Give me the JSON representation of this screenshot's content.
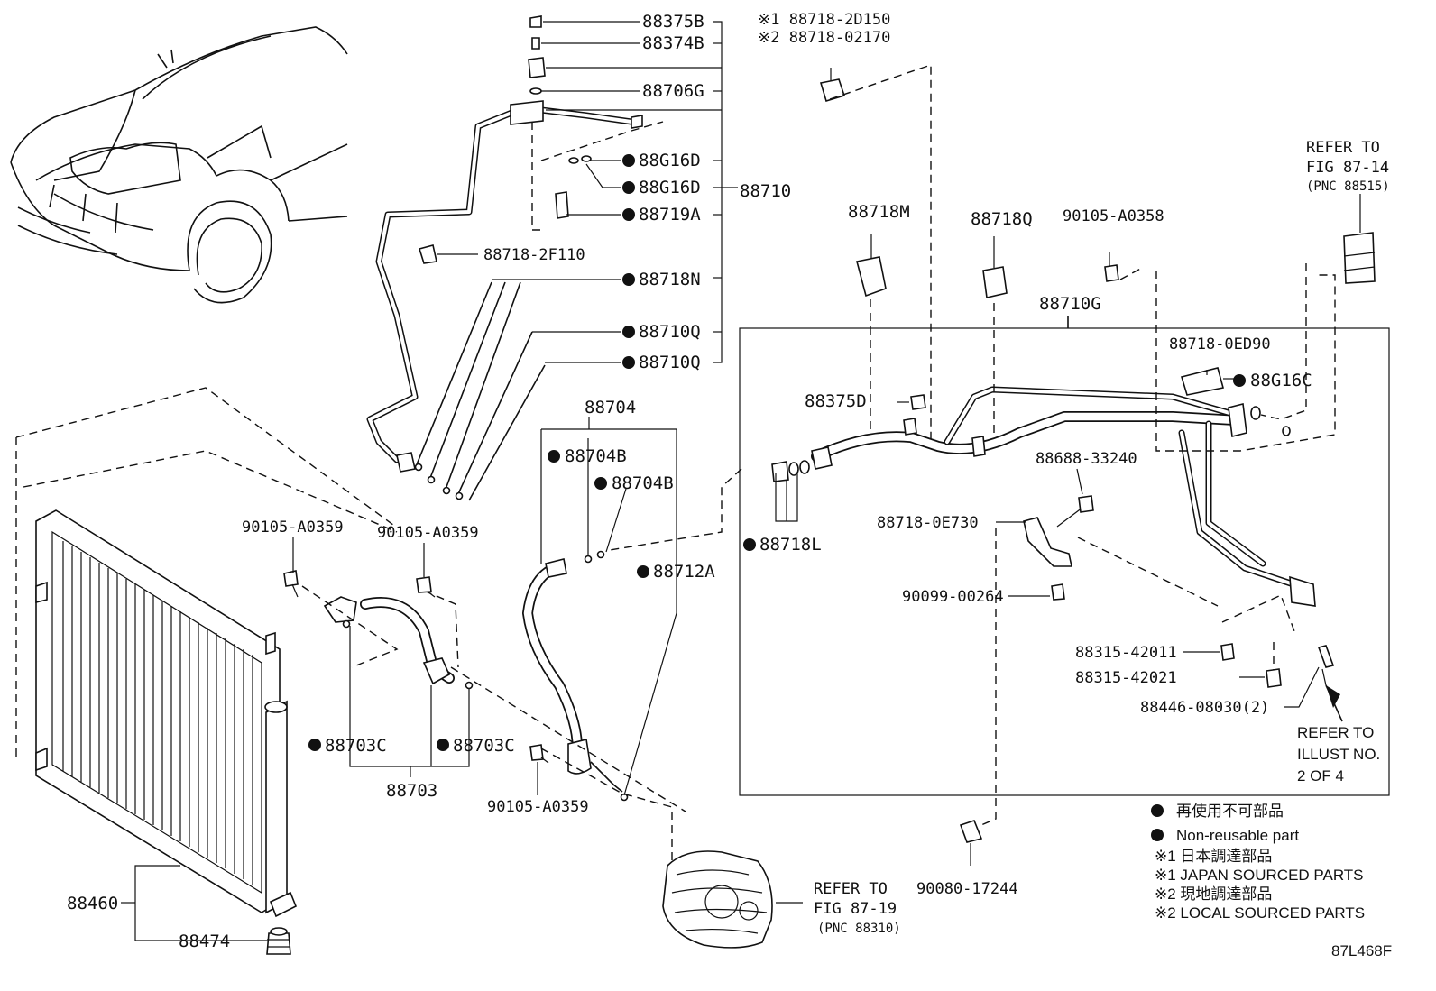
{
  "labels": {
    "l88375B": "88375B",
    "l88374B": "88374B",
    "l88706G": "88706G",
    "l88G16D_1": "88G16D",
    "l88G16D_2": "88G16D",
    "l88710": "88710",
    "l88719A": "88719A",
    "l88718_2F110": "88718-2F110",
    "l88718N": "88718N",
    "l88710Q_1": "88710Q",
    "l88710Q_2": "88710Q",
    "lNote1": "※1 88718-2D150",
    "lNote2": "※2 88718-02170",
    "l88718M": "88718M",
    "l88718Q": "88718Q",
    "l90105_A0358": "90105-A0358",
    "l88710G": "88710G",
    "lRefer1_a": "REFER TO",
    "lRefer1_b": "FIG 87-14",
    "lRefer1_c": "(PNC 88515)",
    "l88718_0ED90": "88718-0ED90",
    "l88G16C": "88G16C",
    "l88375D": "88375D",
    "l88704": "88704",
    "l88704B_1": "88704B",
    "l88704B_2": "88704B",
    "l88712A": "88712A",
    "l88718L": "88718L",
    "l88688_33240": "88688-33240",
    "l88718_0E730": "88718-0E730",
    "l90099_00264": "90099-00264",
    "l88315_42011": "88315-42011",
    "l88315_42021": "88315-42021",
    "l88446_08030": "88446-08030(2)",
    "lRefer3_a": "REFER TO",
    "lRefer3_b": "ILLUST NO.",
    "lRefer3_c": "2 OF 4",
    "l90105_A0359_1": "90105-A0359",
    "l90105_A0359_2": "90105-A0359",
    "l90105_A0359_3": "90105-A0359",
    "l88703C_1": "88703C",
    "l88703C_2": "88703C",
    "l88703": "88703",
    "l88460": "88460",
    "l88474": "88474",
    "lRefer2_a": "REFER TO",
    "lRefer2_b": "FIG 87-19",
    "lRefer2_c": "(PNC 88310)",
    "l90080_17244": "90080-17244",
    "figcode": "87L468F"
  },
  "legend": {
    "nonreuse_jp": "再使用不可部品",
    "nonreuse_en": "Non-reusable part",
    "jp1": "※1 日本調達部品",
    "en1": "※1 JAPAN SOURCED PARTS",
    "jp2": "※2 現地調達部品",
    "en2": "※2 LOCAL SOURCED PARTS"
  }
}
